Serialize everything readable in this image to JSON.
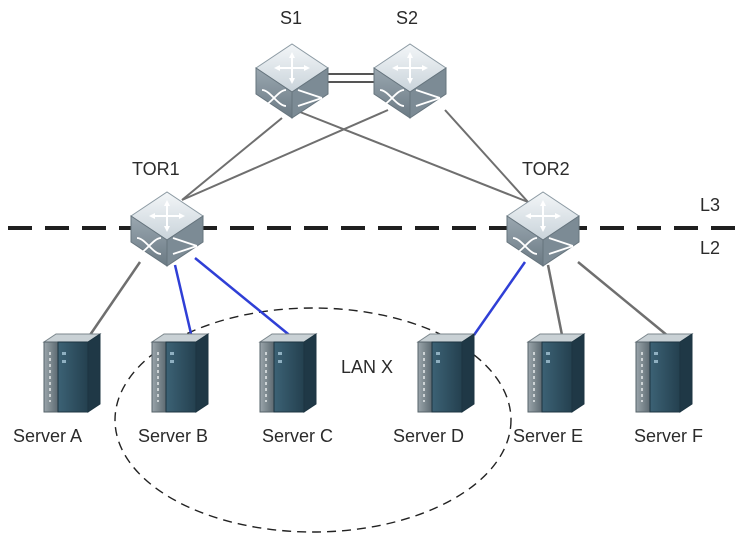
{
  "switches": {
    "s1": "S1",
    "s2": "S2",
    "tor1": "TOR1",
    "tor2": "TOR2"
  },
  "layers": {
    "upper": "L3",
    "lower": "L2"
  },
  "lan": {
    "label": "LAN X"
  },
  "servers": {
    "a": "Server A",
    "b": "Server B",
    "c": "Server C",
    "d": "Server D",
    "e": "Server E",
    "f": "Server F"
  },
  "colors": {
    "link": "#6f6f6f",
    "lan_link": "#2f3fd6",
    "switch_top": "#e2e9ee",
    "switch_side": "#7e8c96",
    "server_front": "#2b4b5b",
    "server_side": "#1b3341"
  }
}
